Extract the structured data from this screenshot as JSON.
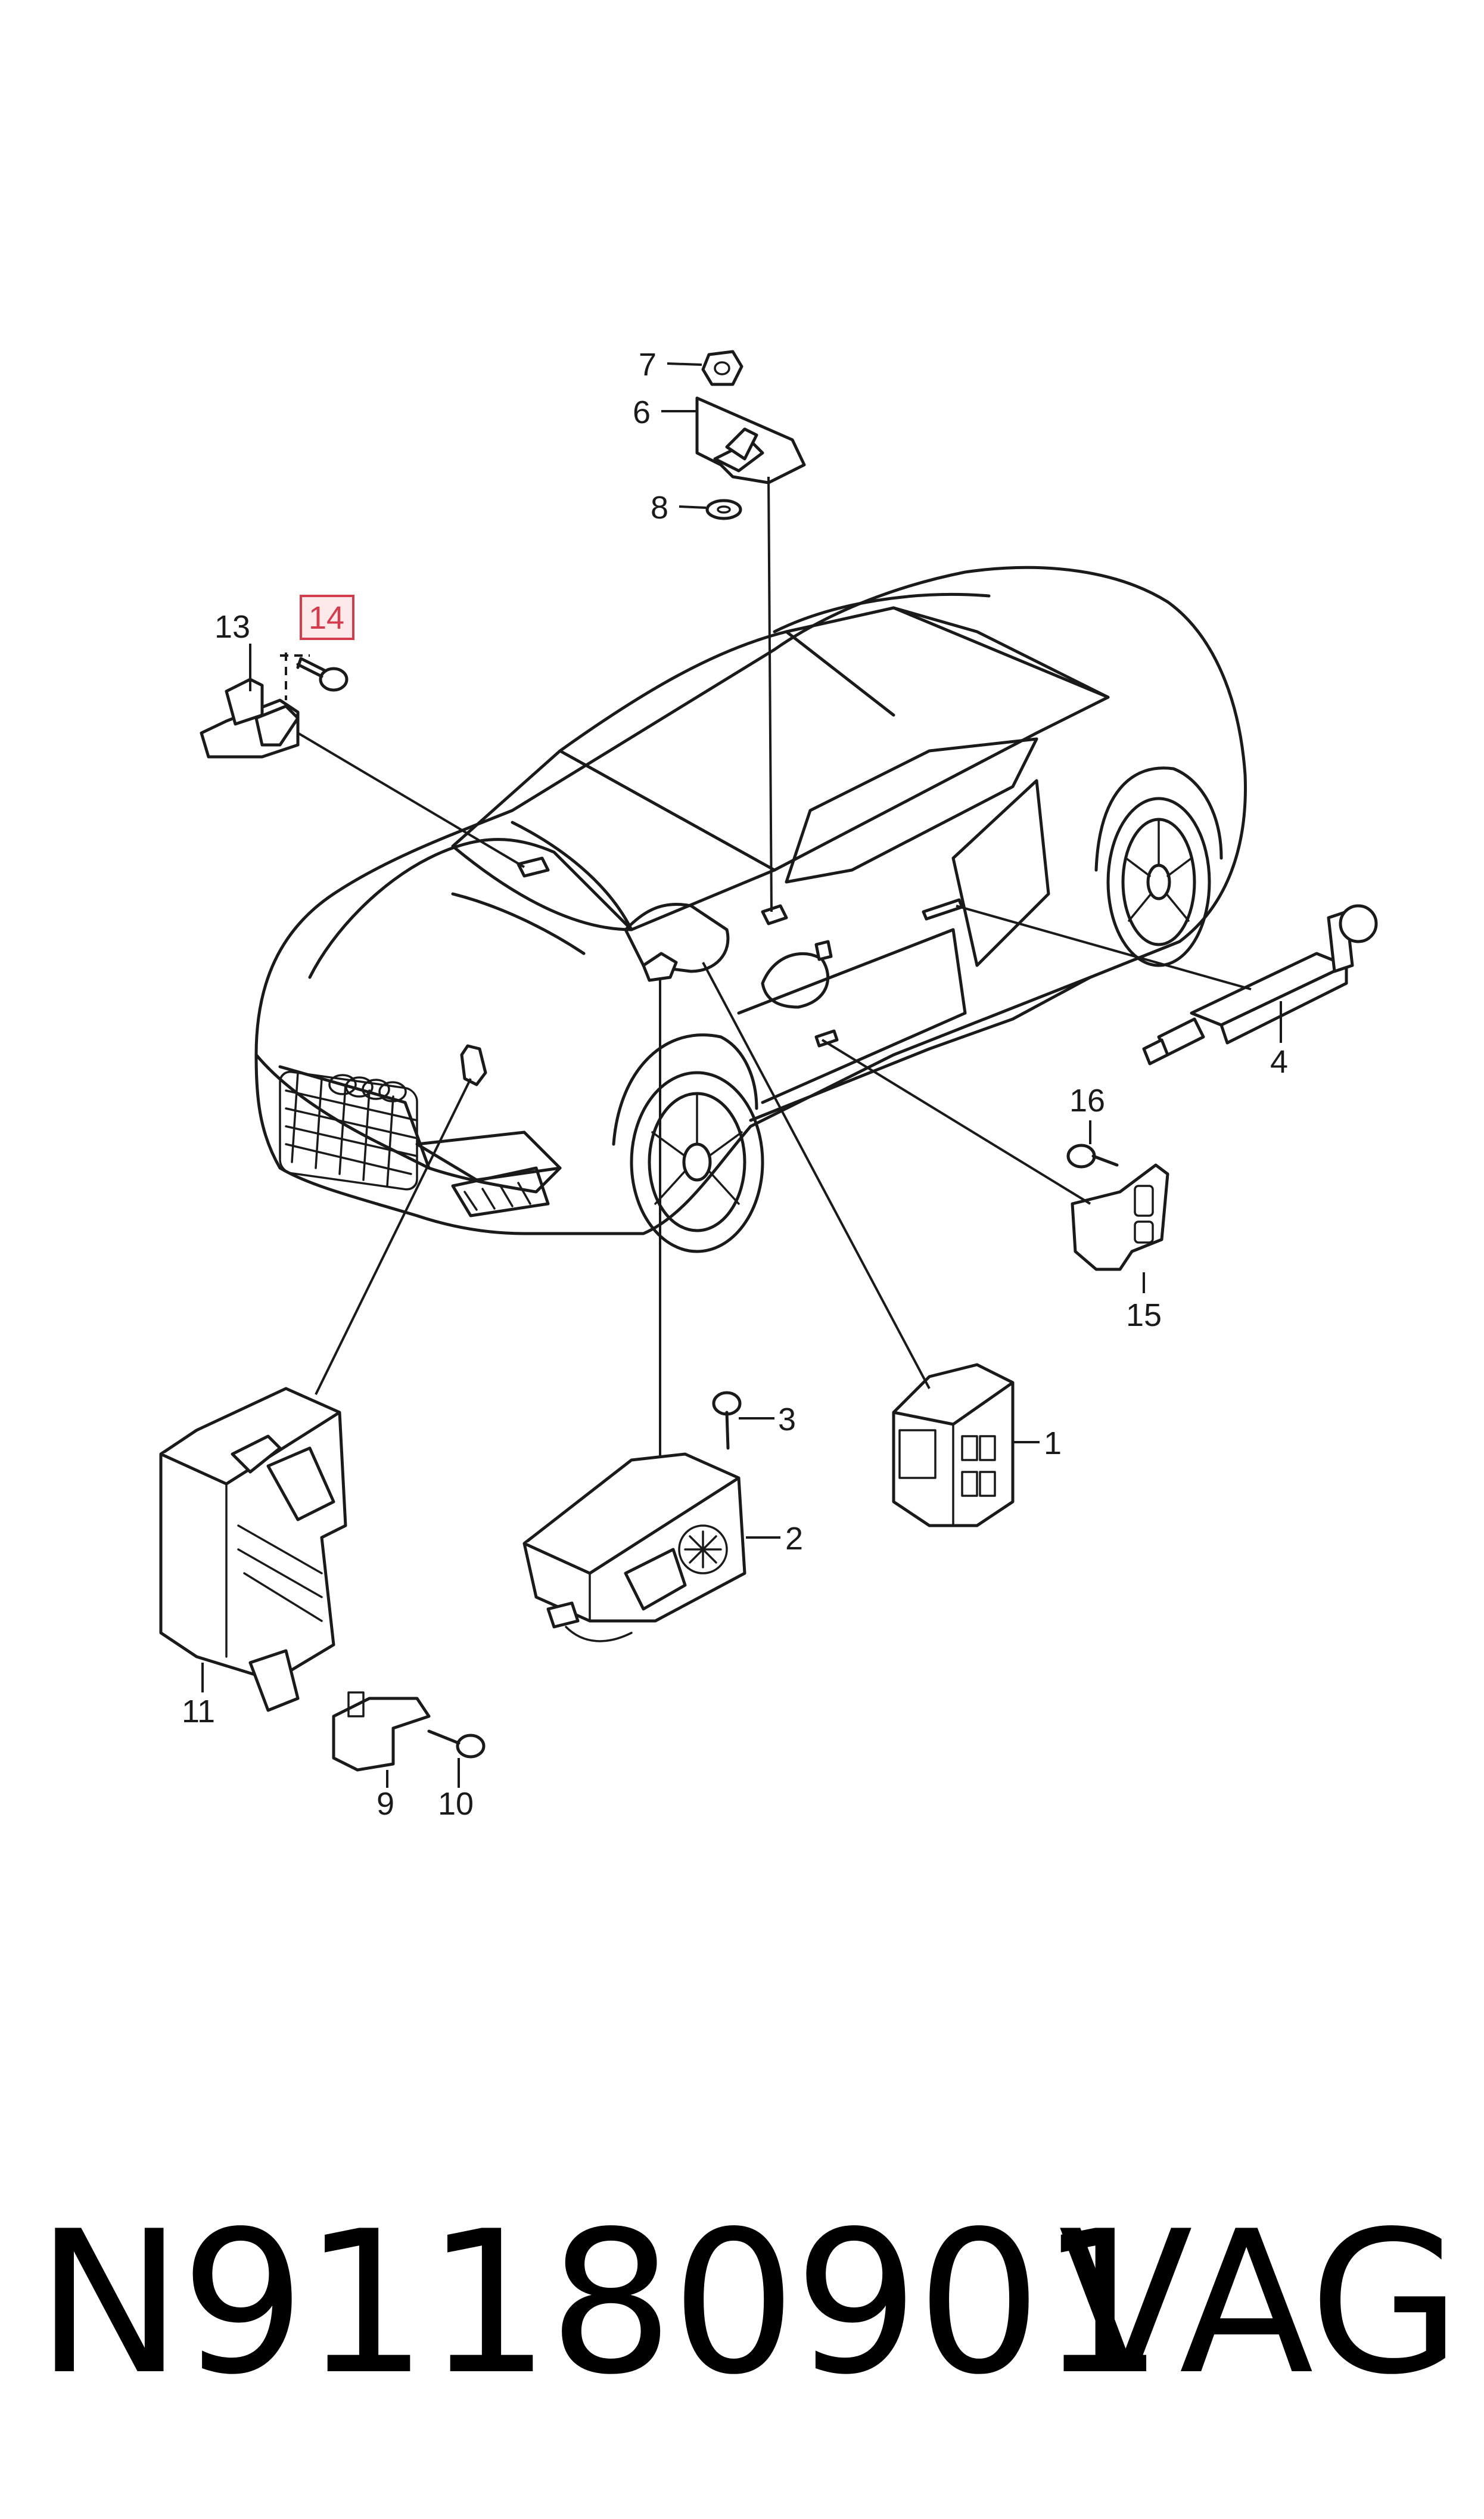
{
  "callouts": {
    "c1": "1",
    "c2": "2",
    "c3": "3",
    "c4": "4",
    "c6": "6",
    "c7": "7",
    "c8": "8",
    "c9": "9",
    "c10": "10",
    "c11": "11",
    "c13": "13",
    "c14": "14",
    "c15": "15",
    "c16": "16"
  },
  "highlight": {
    "callout": "14",
    "color": "#d23c4c"
  },
  "footer": {
    "part_number": "N91180901",
    "brand": "VAG"
  }
}
